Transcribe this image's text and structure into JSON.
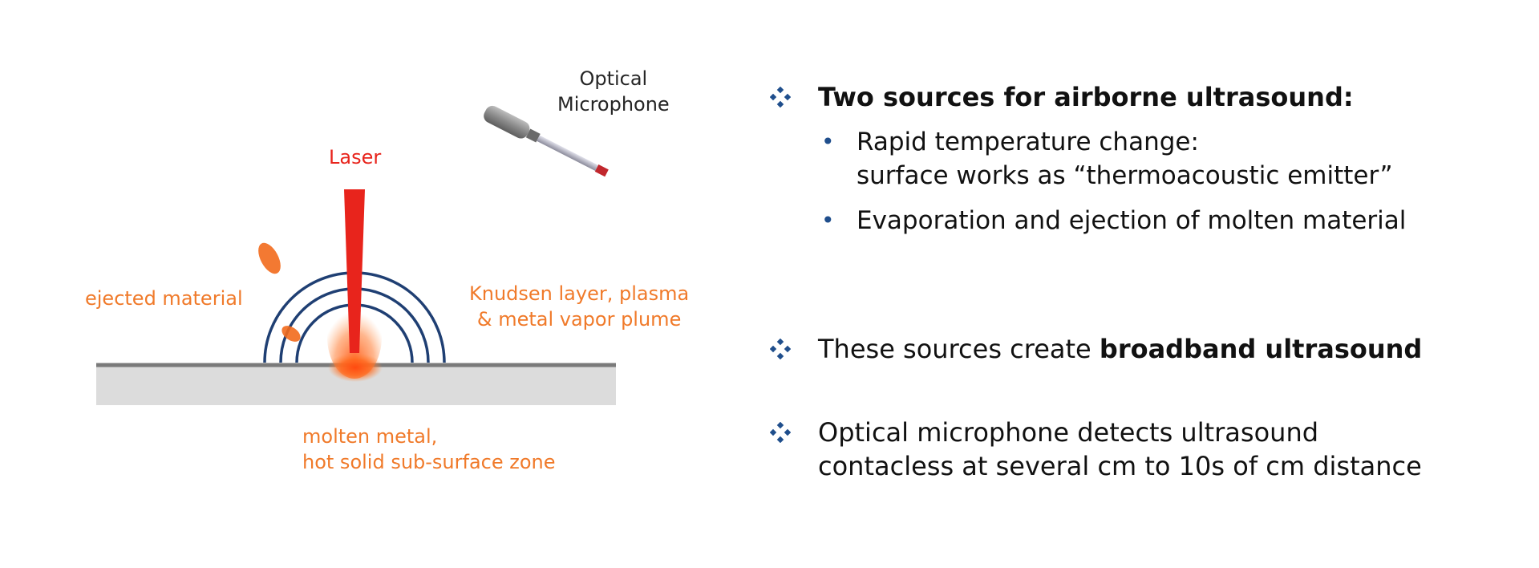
{
  "diagram": {
    "labels": {
      "microphone": [
        "Optical",
        "Microphone"
      ],
      "laser": "Laser",
      "ejected": "ejected material",
      "knudsen": [
        "Knudsen layer,  plasma",
        "& metal vapor plume"
      ],
      "molten": [
        "molten metal,",
        "hot solid sub-surface zone"
      ]
    },
    "colors": {
      "orange_text": "#f07a2a",
      "laser_red": "#e8241c",
      "wave_blue": "#1f3f73",
      "surface_gray": "#dcdcdc",
      "surface_line": "#7a7a7a"
    }
  },
  "bullets": {
    "item1": {
      "title": "Two sources for airborne ultrasound:",
      "sub1": [
        "Rapid temperature change:",
        "surface works as “thermoacoustic emitter”"
      ],
      "sub2": "Evaporation and ejection of molten material"
    },
    "item2": {
      "prefix": "These sources create ",
      "bold": "broadband ultrasound"
    },
    "item3": {
      "line1": "Optical microphone detects ultrasound",
      "line2": "contacless at several cm to 10s of cm distance"
    },
    "diamond_color": "#1f4e8c"
  }
}
